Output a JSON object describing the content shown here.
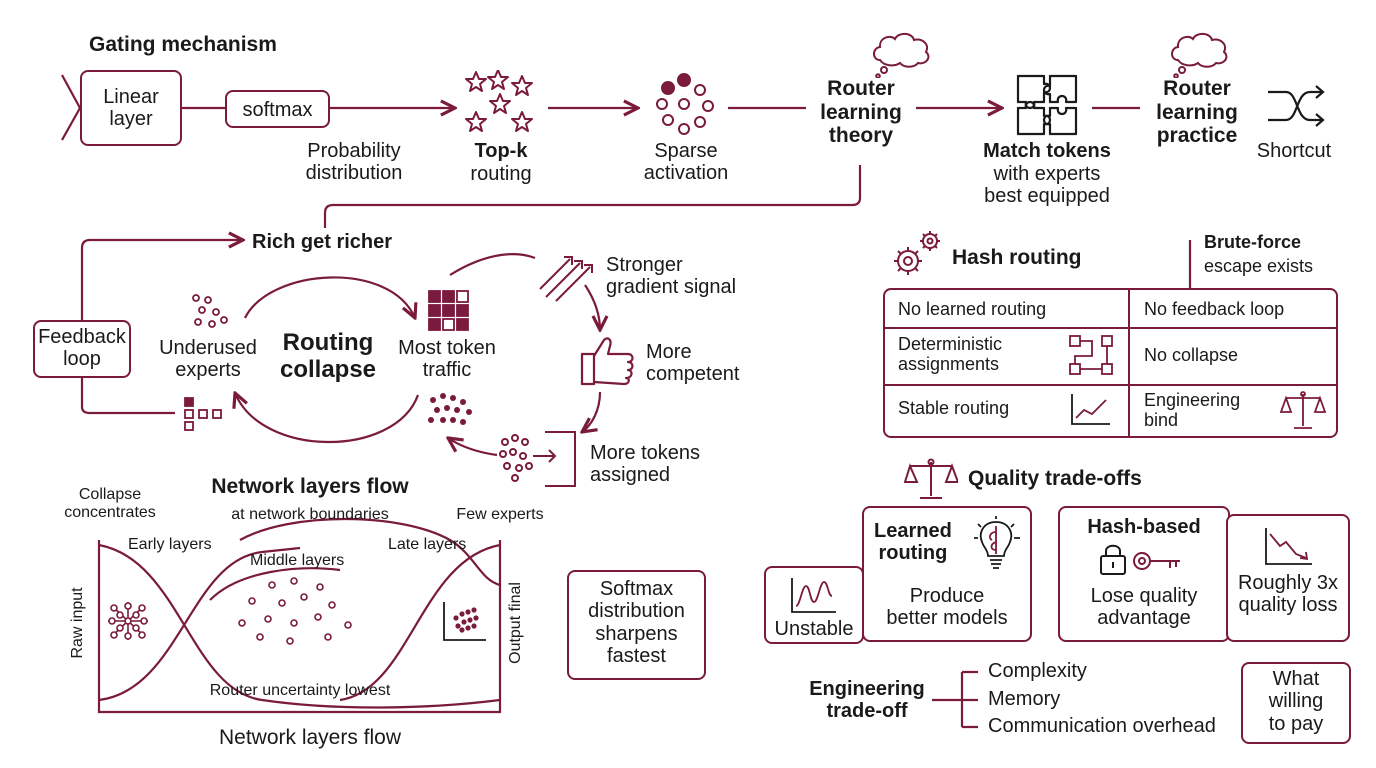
{
  "colors": {
    "accent": "#7a1a3c",
    "text": "#1a1a1a",
    "background": "#ffffff"
  },
  "gating": {
    "title": "Gating mechanism",
    "linear_layer": "Linear\nlayer",
    "softmax": "softmax",
    "probability": "Probability\ndistribution",
    "topk_bold": "Top-k",
    "topk_sub": "routing",
    "sparse": "Sparse\nactivation",
    "router_theory": "Router\nlearning\ntheory",
    "match_bold": "Match tokens",
    "match_sub": "with experts\nbest equipped",
    "router_practice": "Router\nlearning\npractice",
    "shortcut": "Shortcut"
  },
  "collapse": {
    "rich": "Rich get richer",
    "feedback": "Feedback\nloop",
    "underused": "Underused\nexperts",
    "center": "Routing\ncollapse",
    "most_token": "Most token\ntraffic",
    "stronger": "Stronger\ngradient signal",
    "competent": "More\ncompetent",
    "more_tokens": "More tokens\nassigned"
  },
  "layers": {
    "title": "Network layers flow",
    "subtitle": "at network boundaries",
    "collapse_conc": "Collapse\nconcentrates",
    "few_experts": "Few experts",
    "early": "Early layers",
    "middle": "Middle layers",
    "late": "Late layers",
    "raw_input": "Raw input",
    "output_final": "Output final",
    "uncertainty": "Router uncertainty lowest",
    "bottom": "Network layers flow",
    "softmax_note": "Softmax\ndistribution\nsharpens\nfastest"
  },
  "hash": {
    "title": "Hash routing",
    "brute_bold": "Brute-force",
    "brute_sub": "escape exists",
    "cells": [
      "No learned routing",
      "No feedback loop",
      "Deterministic\nassignments",
      "No collapse",
      "Stable routing",
      "Engineering\nbind"
    ]
  },
  "quality": {
    "title": "Quality trade-offs",
    "learned": "Learned\nrouting",
    "produce": "Produce\nbetter models",
    "unstable": "Unstable",
    "hash_based": "Hash-based",
    "lose": "Lose quality\nadvantage",
    "roughly": "Roughly 3x\nquality loss"
  },
  "engineering": {
    "title": "Engineering\ntrade-off",
    "items": [
      "Complexity",
      "Memory",
      "Communication overhead"
    ],
    "willing": "What\nwilling\nto pay"
  },
  "icons": [
    "stars-icon",
    "dots-circle-icon",
    "thought-cloud-icon",
    "puzzle-icon",
    "thought-cloud-icon",
    "shortcut-arrows-icon",
    "gears-icon",
    "grid-squares-icon",
    "scattered-dots-icon",
    "squares-icon",
    "dot-cluster-icon",
    "rising-arrows-icon",
    "thumbs-up-icon",
    "dots-into-box-icon",
    "flowchart-icon",
    "line-chart-icon",
    "scales-icon",
    "lightbulb-brain-icon",
    "padlock-icon",
    "key-icon",
    "wave-chart-icon",
    "declining-chart-icon",
    "scatter-chart-icon"
  ]
}
